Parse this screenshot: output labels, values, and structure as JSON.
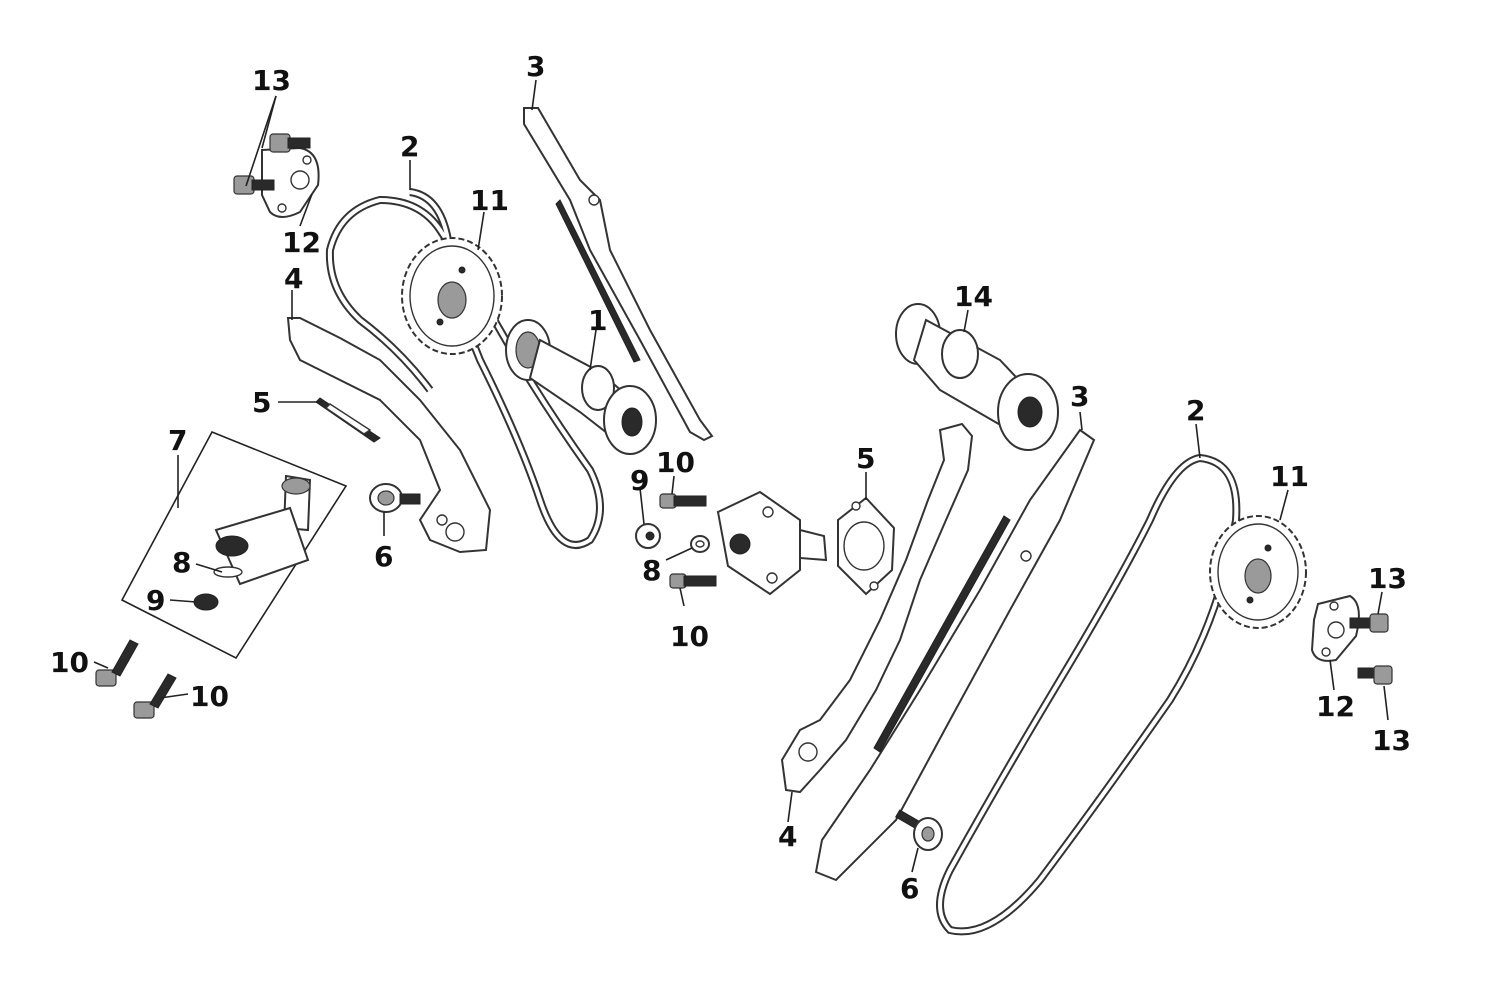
{
  "labels": {
    "l13_top": "13",
    "l12_top": "12",
    "l2_left": "2",
    "l11_left": "11",
    "l3_left": "3",
    "l1": "1",
    "l4_left": "4",
    "l5_left": "5",
    "l7": "7",
    "l6_left": "6",
    "l8_left": "8",
    "l9_left": "9",
    "l10_a": "10",
    "l10_b": "10",
    "l9_mid": "9",
    "l10_c": "10",
    "l8_mid": "8",
    "l10_d": "10",
    "l5_mid": "5",
    "l14": "14",
    "l3_right": "3",
    "l2_right": "2",
    "l11_right": "11",
    "l13_r1": "13",
    "l12_right": "12",
    "l13_r2": "13",
    "l4_right": "4",
    "l6_right": "6"
  }
}
